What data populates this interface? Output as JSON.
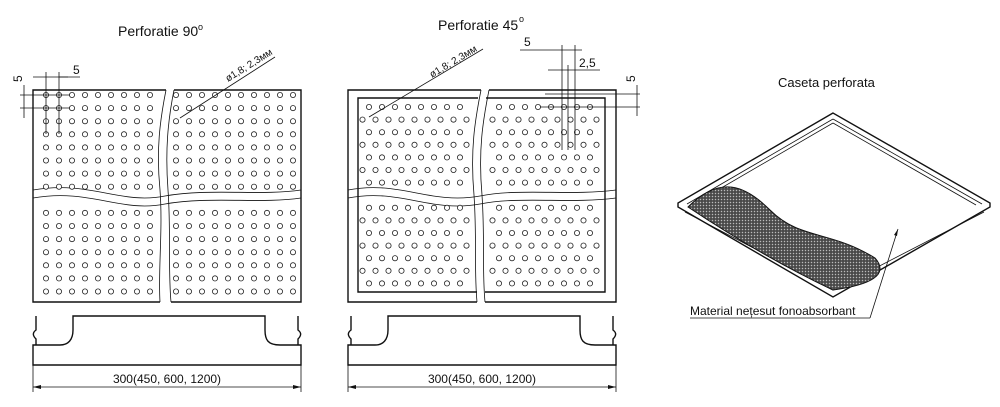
{
  "drawing_90": {
    "title": "Perforatie 90",
    "degree_mark": "o",
    "dim_pitch_h": "5",
    "dim_pitch_v": "5",
    "hole_label": "ø1,8; 2,3мм",
    "overall_dimension": "300(450, 600, 1200)"
  },
  "drawing_45": {
    "title": "Perforatie 45",
    "degree_mark": "o",
    "dim_pitch_h": "5",
    "dim_offset": "2,5",
    "dim_pitch_v": "5",
    "hole_label": "ø1,8; 2,3мм",
    "overall_dimension": "300(450, 600, 1200)"
  },
  "cassette": {
    "title": "Caseta perforata",
    "material_label": "Material nețesut fonoabsorbant",
    "mesh_color": "#555555"
  }
}
